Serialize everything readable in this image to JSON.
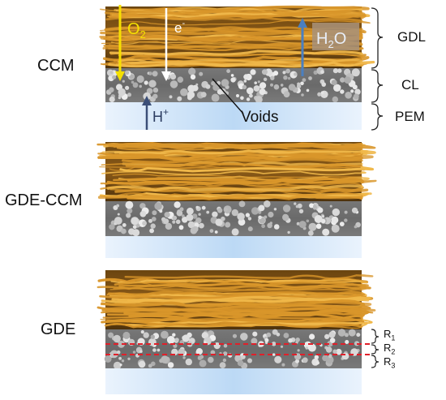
{
  "rows": [
    {
      "label": "CCM"
    },
    {
      "label": "GDE-CCM"
    },
    {
      "label": "GDE"
    }
  ],
  "layers": {
    "gdl": "GDL",
    "cl": "CL",
    "pem": "PEM"
  },
  "annotations": {
    "o2": "O",
    "o2_sub": "2",
    "electron": "e",
    "electron_sup": "-",
    "water": "H",
    "water_sub": "2",
    "water_tail": "O",
    "proton": "H",
    "proton_sup": "+",
    "voids": "Voids"
  },
  "regions": [
    {
      "letter": "R",
      "index": "1"
    },
    {
      "letter": "R",
      "index": "2"
    },
    {
      "letter": "R",
      "index": "3"
    }
  ],
  "colors": {
    "gdl_fiber": "#c98a22",
    "gdl_dark": "#3a2408",
    "cl_gray": "#8c8c8c",
    "pem_blue": "#cfe3f7",
    "o2_arrow": "#f5e000",
    "e_arrow": "#ffffff",
    "h2o_arrow": "#4a7fc0",
    "h_arrow": "#3b4f78",
    "dash_red": "#e0202a"
  }
}
